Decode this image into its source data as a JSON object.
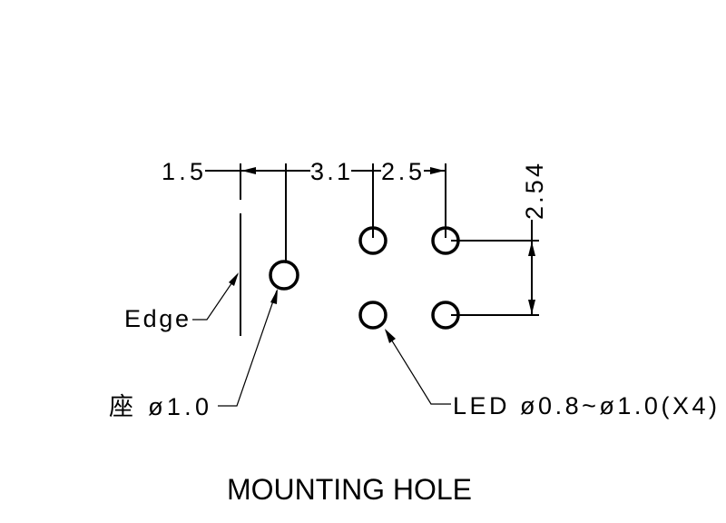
{
  "dimensions": {
    "edge_offset": "1.5",
    "seat_to_led": "3.1",
    "led_pitch_x": "2.5",
    "led_pitch_y": "2.54"
  },
  "labels": {
    "edge": "Edge",
    "seat": "座 ø1.0",
    "led": "LED  ø0.8~ø1.0(X4)"
  },
  "title": "MOUNTING HOLE"
}
